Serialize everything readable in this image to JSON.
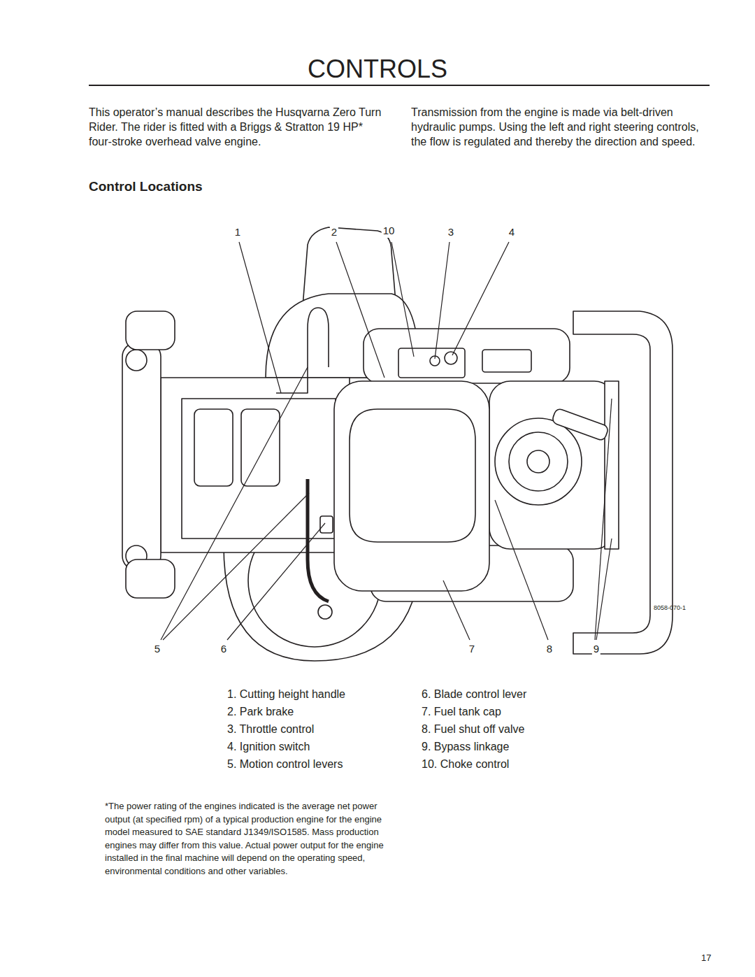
{
  "diagram": {
    "title": "CONTROLS",
    "labels": [
      "This operator’s manual describes the Husqvarna Zero Turn Rider. The rider is fitted with a Briggs & Stratton 19 HP* four-stroke overhead valve engine.",
      "Transmission from the engine is made via belt-driven hydraulic pumps. Using the left and right steering controls, the flow is regulated and thereby the direction and speed.",
      "Control Locations",
      "1",
      "2",
      "10",
      "3",
      "4",
      "8058-070-1",
      "5",
      "6",
      "7",
      "8",
      "9",
      "1. Cutting height handle",
      "2. Park brake",
      "3. Throttle control",
      "4. Ignition switch",
      "5. Motion control levers",
      "6. Blade control lever",
      "7. Fuel tank cap",
      "8. Fuel shut off valve",
      "9. Bypass linkage",
      "10. Choke control",
      "*The power rating of the engines indicated is the average net power output (at specified rpm) of a typical production engine for the engine model measured to SAE standard J1349/ISO1585. Mass production engines may differ from this value. Actual power output for the engine installed in the final machine will depend on the operating speed, environmental conditions and other variables.",
      "17"
    ]
  }
}
